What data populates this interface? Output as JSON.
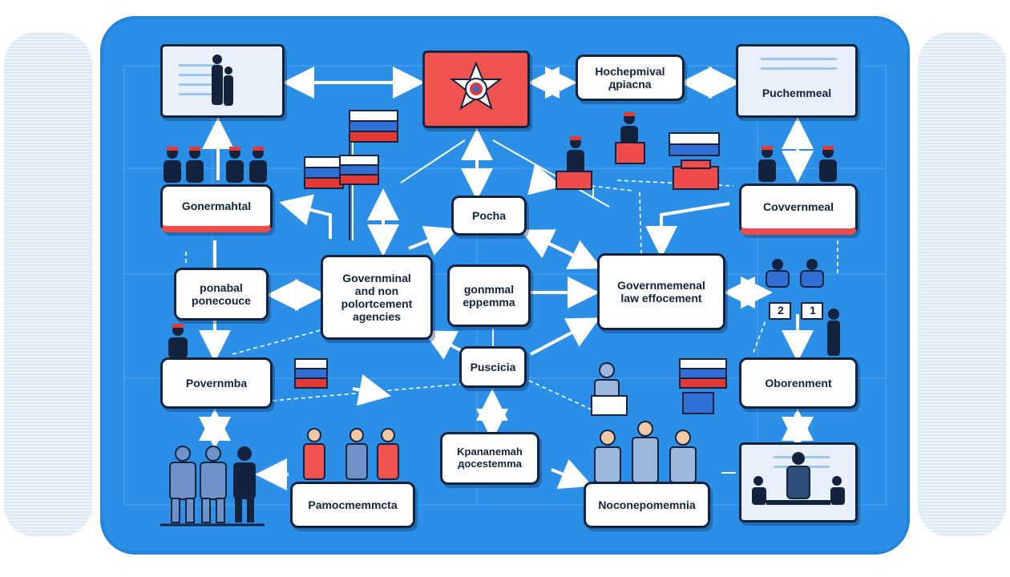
{
  "diagram": {
    "nodes": {
      "top_header": "Hochepmival\nдрiacna",
      "top_right": "Puchemmeal",
      "left_upper": "Gonermahtal",
      "right_upper": "Covvernmeal",
      "center_top": "Pocha",
      "left_mid": "ponabal\nponecouce",
      "center_main": "Governminal\nand non\npolortcement\nagencies",
      "center_small": "gonmmal\neppemma",
      "center_right": "Governmemenal\nlaw effocement",
      "center_low": "Puscicia",
      "left_lower": "Povernmba",
      "right_lower": "Oborenment",
      "bottom_center": "Kpananemah\nдocestemma",
      "bottom_left": "Pamocmemmcta",
      "bottom_right": "Noconepomemnia"
    },
    "badges": [
      "2",
      "1"
    ]
  },
  "colors": {
    "background": "#2b8fe8",
    "node_fill": "#ffffff",
    "outline": "#13233d",
    "accent_red": "#ef4b4b",
    "arrow": "#ffffff",
    "flag_white": "#ffffff",
    "flag_blue": "#2f6fd6",
    "flag_red": "#e53935"
  },
  "icons": [
    "police-emblem-icon",
    "russian-flag-icon",
    "officer-figure-icon",
    "worker-figure-icon"
  ]
}
